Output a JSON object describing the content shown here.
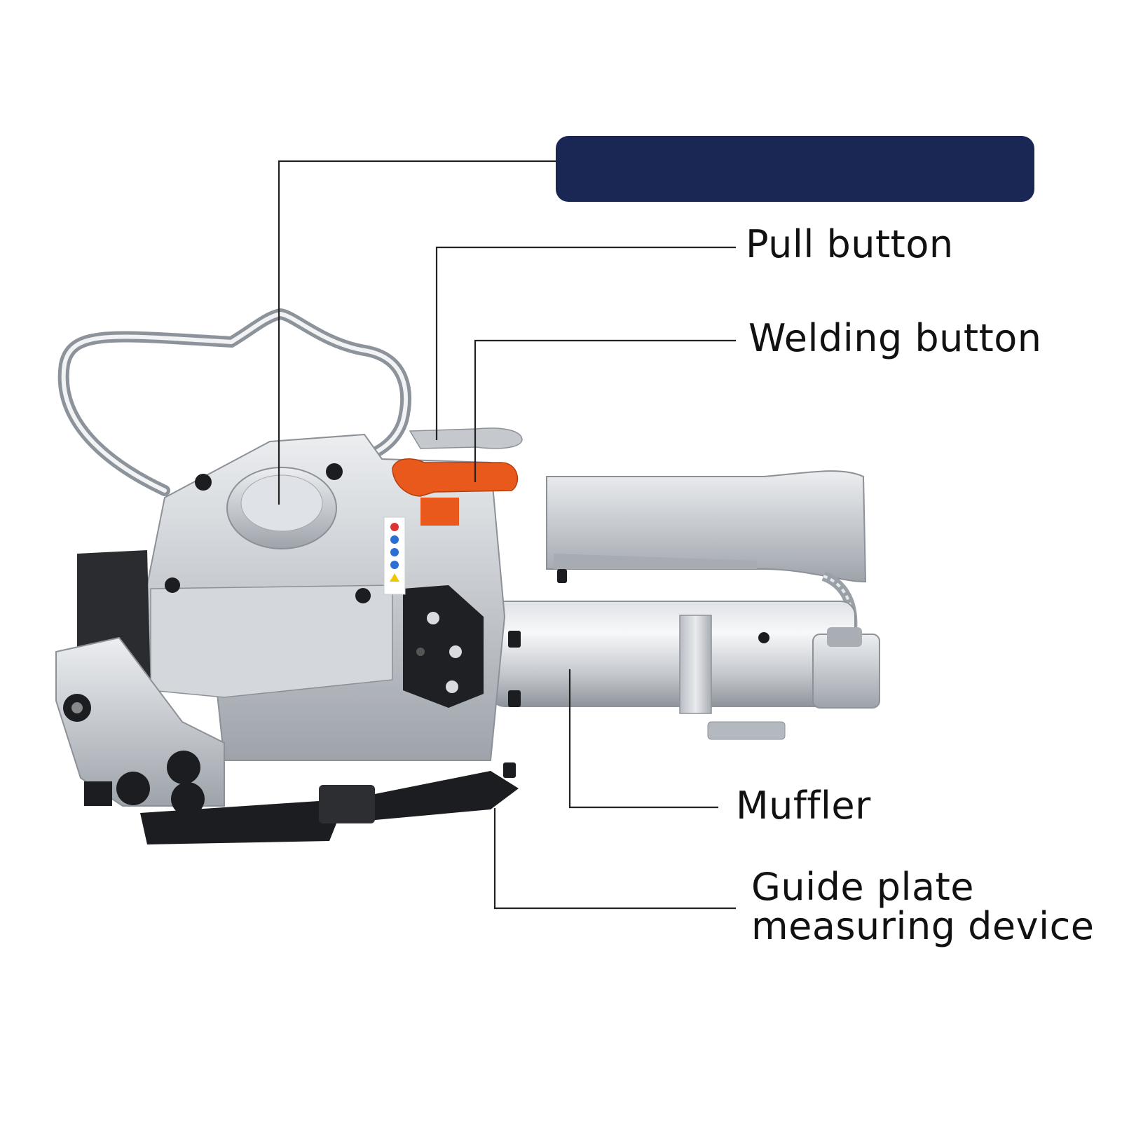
{
  "banner": {
    "color": "#1a2754"
  },
  "callouts": {
    "pull_button": "Pull button",
    "welding_button": "Welding button",
    "muffler": "Muffler",
    "guide_plate_line1": "Guide plate",
    "guide_plate_line2": "measuring device"
  },
  "colors": {
    "leader_line": "#222222",
    "body_metal": "#c8ccd1",
    "orange_lever": "#e9591c",
    "black_parts": "#1c1d20"
  },
  "icons": [
    "pneumatic-strapping-tool-illustration"
  ]
}
